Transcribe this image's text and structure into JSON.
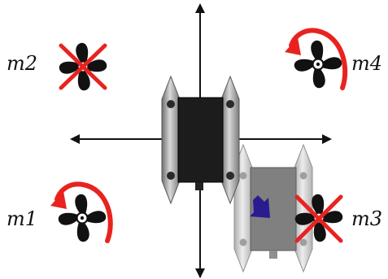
{
  "labels": {
    "m1": "m1",
    "m2": "m2",
    "m3": "m3",
    "m4": "m4"
  },
  "motors": {
    "m1": {
      "state": "active",
      "rotation": "counter-clockwise"
    },
    "m2": {
      "state": "disabled"
    },
    "m3": {
      "state": "disabled"
    },
    "m4": {
      "state": "active",
      "rotation": "counter-clockwise"
    }
  },
  "icons": {
    "propeller": "propeller-icon",
    "disabled_mark": "cross-icon",
    "rotation": "curved-arrow-icon",
    "motion": "diagonal-arrow-icon"
  },
  "colors": {
    "axis": "#111111",
    "propeller": "#111111",
    "rotation_arrow": "#e8231f",
    "cross": "#e8231f",
    "motion_arrow": "#2a1b8f",
    "pontoon": "#9a9a9a",
    "hull_dark": "#1c1c1c",
    "hull_ghost": "#7a7a7a"
  }
}
